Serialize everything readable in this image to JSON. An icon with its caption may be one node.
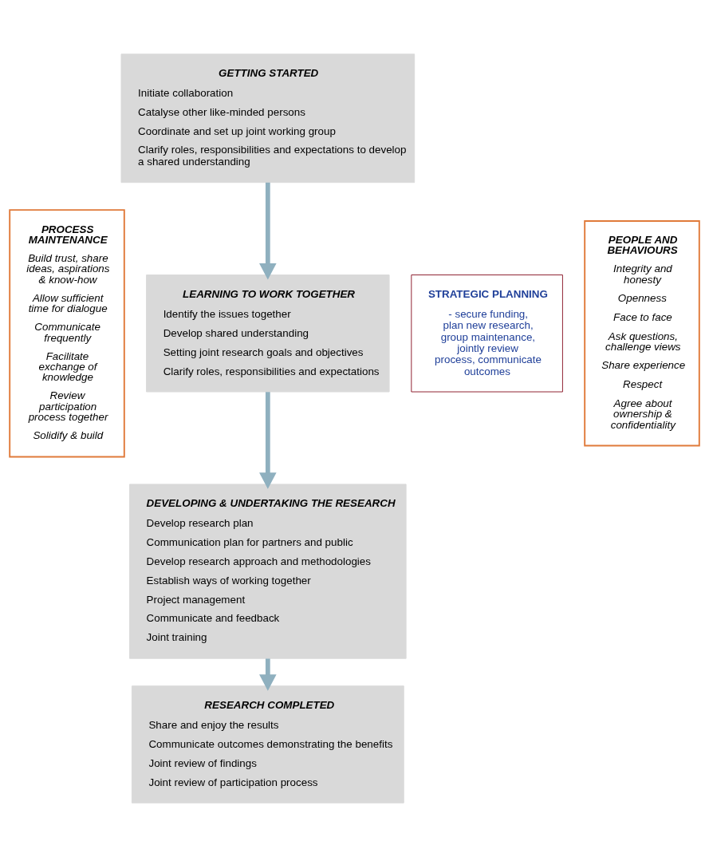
{
  "diagram": {
    "nodes": [
      {
        "text": [
          "GETTING STARTED",
          "Initiate collaboration",
          "Catalyse other like-minded persons",
          "Coordinate and set up joint working group",
          "Clarify roles, responsibilities and expectations to develop a shared understanding"
        ]
      },
      {
        "text": [
          "LEARNING TO WORK TOGETHER",
          "Identify the issues together",
          "Develop shared understanding",
          "Setting joint research goals and objectives",
          "Clarify roles, responsibilities and expectations"
        ]
      },
      {
        "text": [
          "DEVELOPING & UNDERTAKING THE RESEARCH",
          "Develop research plan",
          "Communication plan for partners and public",
          "Develop research approach and methodologies",
          "Establish ways of working together",
          "Project management",
          "Communicate and feedback",
          "Joint training"
        ]
      },
      {
        "text": [
          "RESEARCH COMPLETED",
          "Share and enjoy the results",
          "Communicate outcomes demonstrating the benefits",
          "Joint review of findings",
          "Joint review of participation process"
        ]
      },
      {
        "text": [
          "PROCESS MAINTENANCE",
          "Build trust, share ideas, aspirations & know-how",
          "Allow sufficient time for dialogue",
          "Communicate frequently",
          "Facilitate exchange of knowledge",
          "Review participation process together",
          "Solidify & build"
        ]
      },
      {
        "text": [
          "STRATEGIC PLANNING",
          "- secure funding, plan new research, group maintenance, jointly review process, communicate outcomes"
        ]
      },
      {
        "text": [
          "PEOPLE AND BEHAVIOURS",
          "Integrity and honesty",
          "Openness",
          "Face to face",
          "Ask questions, challenge views",
          "Share experience",
          "Respect",
          "Agree about ownership & confidentiality"
        ]
      }
    ],
    "edges": [
      {
        "from": 0,
        "to": 1,
        "arrow": "to"
      },
      {
        "from": 1,
        "to": 2,
        "arrow": "to"
      },
      {
        "from": 2,
        "to": 3,
        "arrow": "to"
      }
    ]
  }
}
